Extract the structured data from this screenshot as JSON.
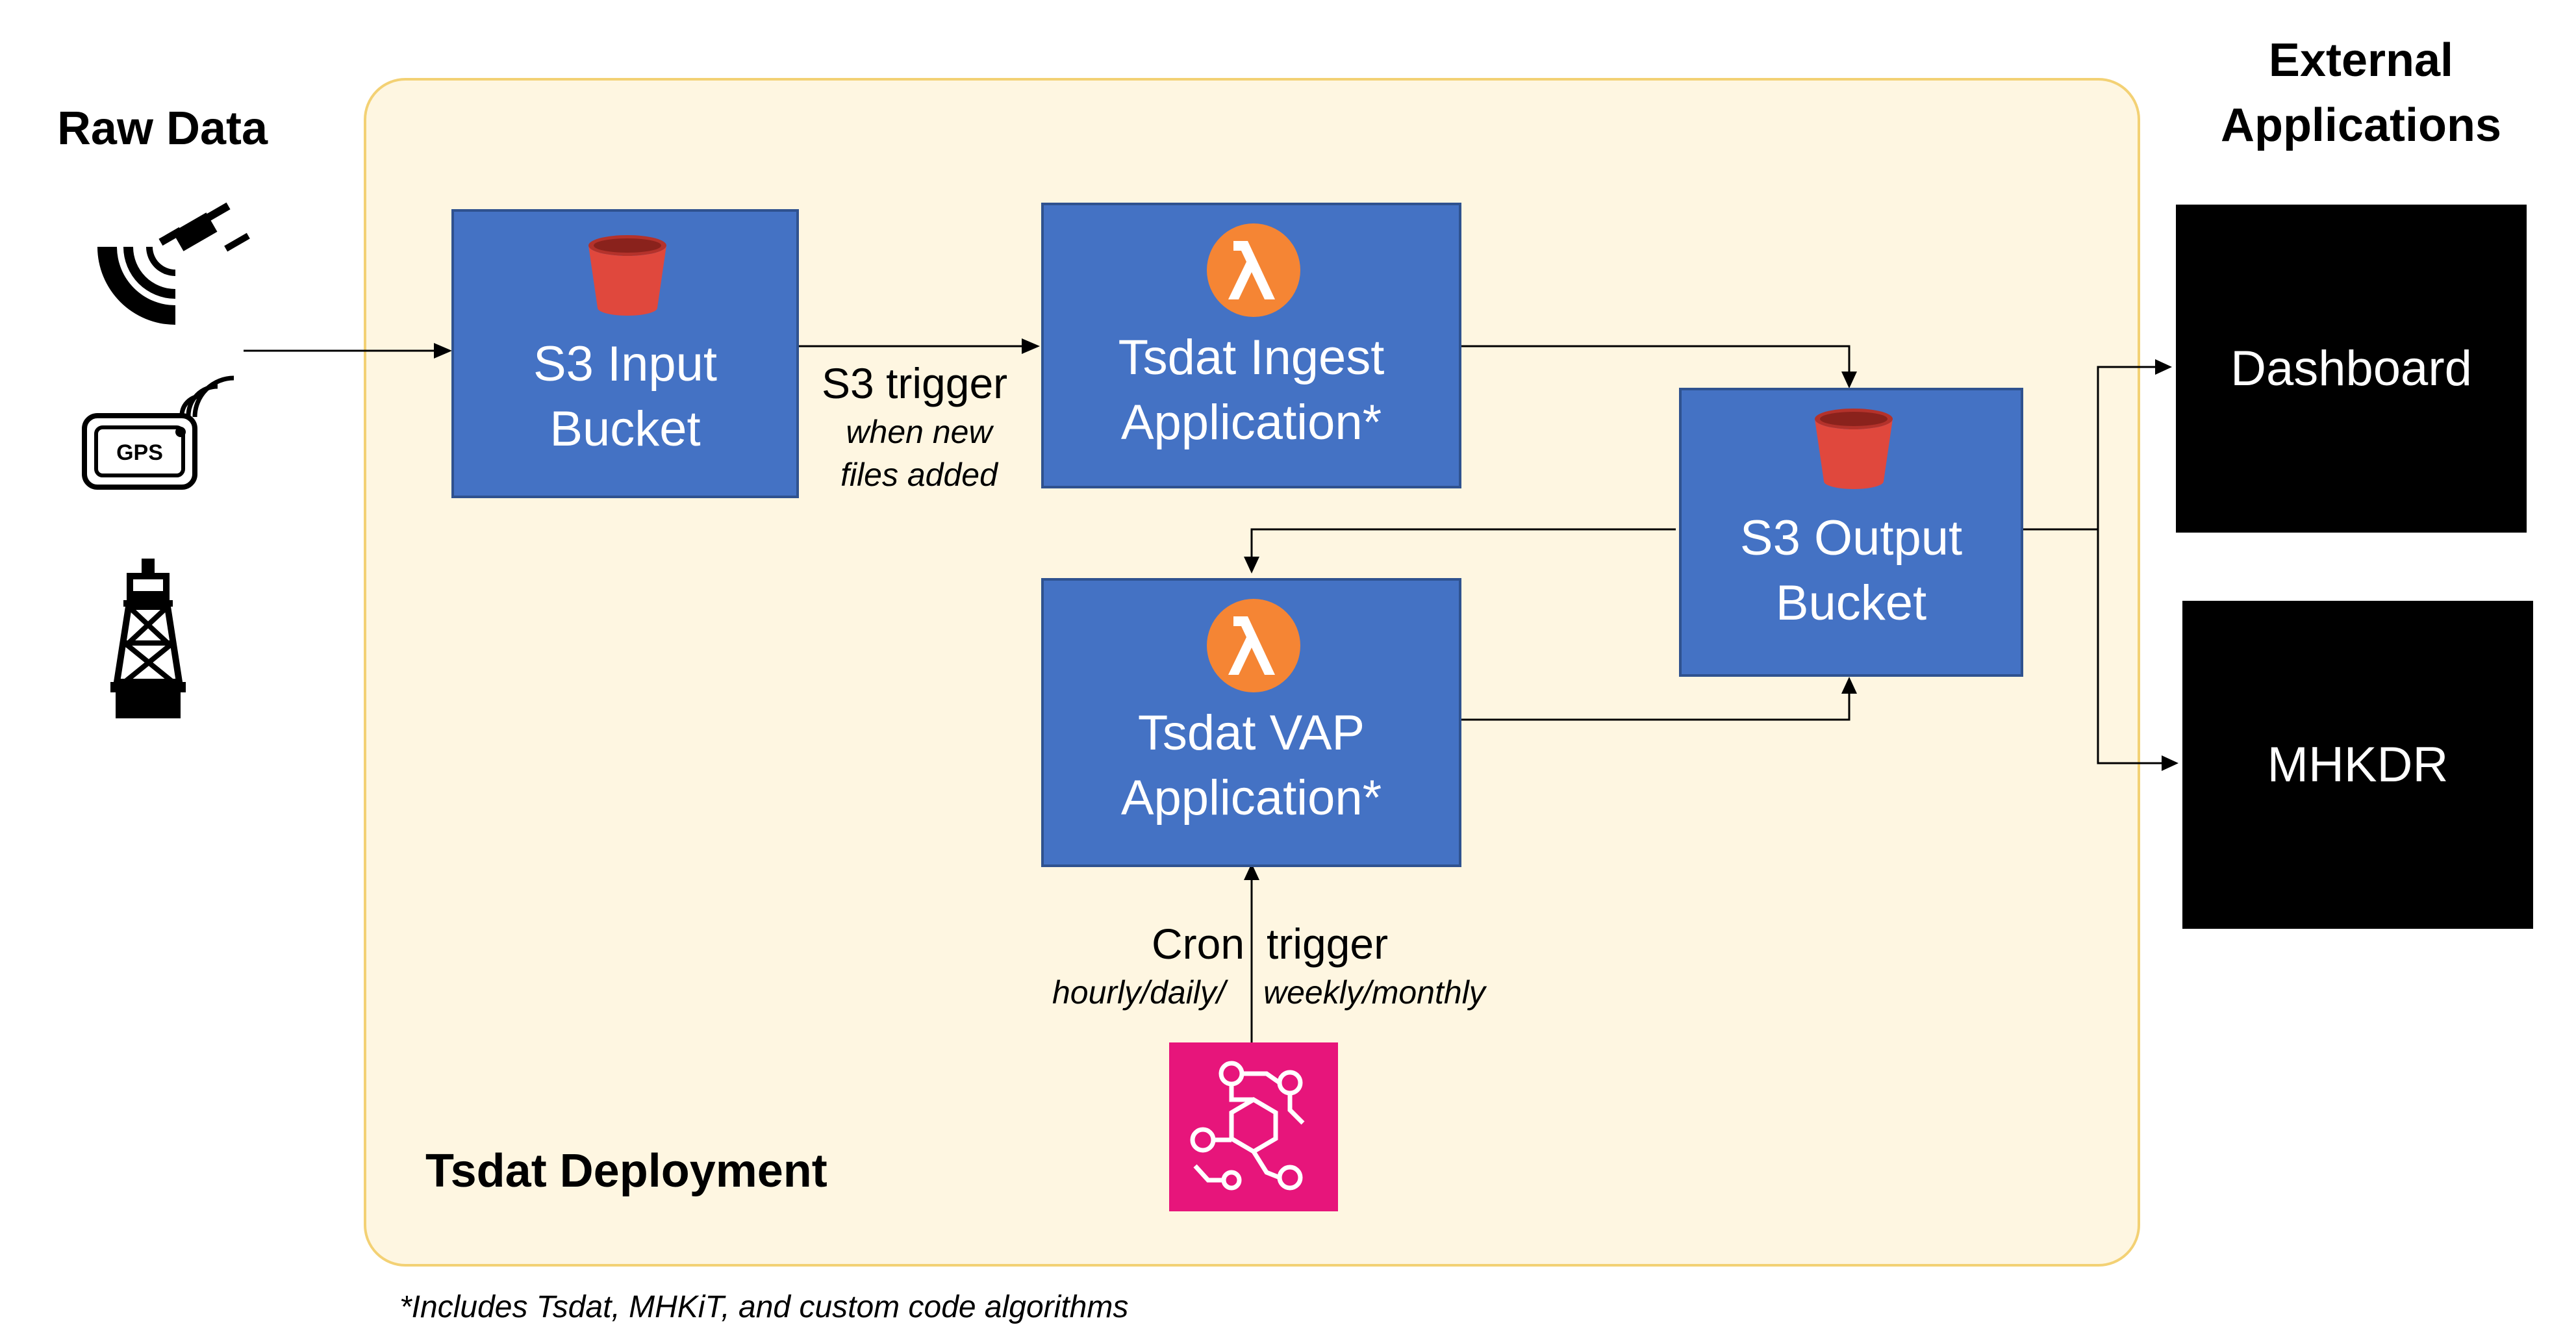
{
  "raw_data": {
    "heading": "Raw Data",
    "icons": [
      "satellite-dish-icon",
      "gps-icon",
      "buoy-icon"
    ]
  },
  "external": {
    "heading_line1": "External",
    "heading_line2": "Applications",
    "dashboard": "Dashboard",
    "mhkdr": "MHKDR"
  },
  "deployment": {
    "label": "Tsdat Deployment"
  },
  "nodes": {
    "s3_input": {
      "line1": "S3 Input",
      "line2": "Bucket",
      "icon": "s3-bucket-icon"
    },
    "ingest": {
      "line1": "Tsdat Ingest",
      "line2": "Application*",
      "icon": "lambda-icon"
    },
    "s3_output": {
      "line1": "S3 Output",
      "line2": "Bucket",
      "icon": "s3-bucket-icon"
    },
    "vap": {
      "line1": "Tsdat VAP",
      "line2": "Application*",
      "icon": "lambda-icon"
    },
    "eventbridge": {
      "icon": "eventbridge-icon"
    }
  },
  "edges": {
    "s3_trigger": {
      "label": "S3 trigger",
      "sub1": "when new",
      "sub2": "files added"
    },
    "cron_trigger": {
      "label_left": "Cron",
      "label_right": "trigger",
      "sub_left": "hourly/daily/",
      "sub_right": "weekly/monthly"
    }
  },
  "footnote": "*Includes Tsdat, MHKiT, and custom code algorithms",
  "colors": {
    "service_blue": "#4472C4",
    "deploy_fill": "#FEF6E1",
    "deploy_border": "#F3D174",
    "bucket_red": "#E0483D",
    "lambda_orange": "#F58534",
    "eventbridge_pink": "#E7157B"
  }
}
